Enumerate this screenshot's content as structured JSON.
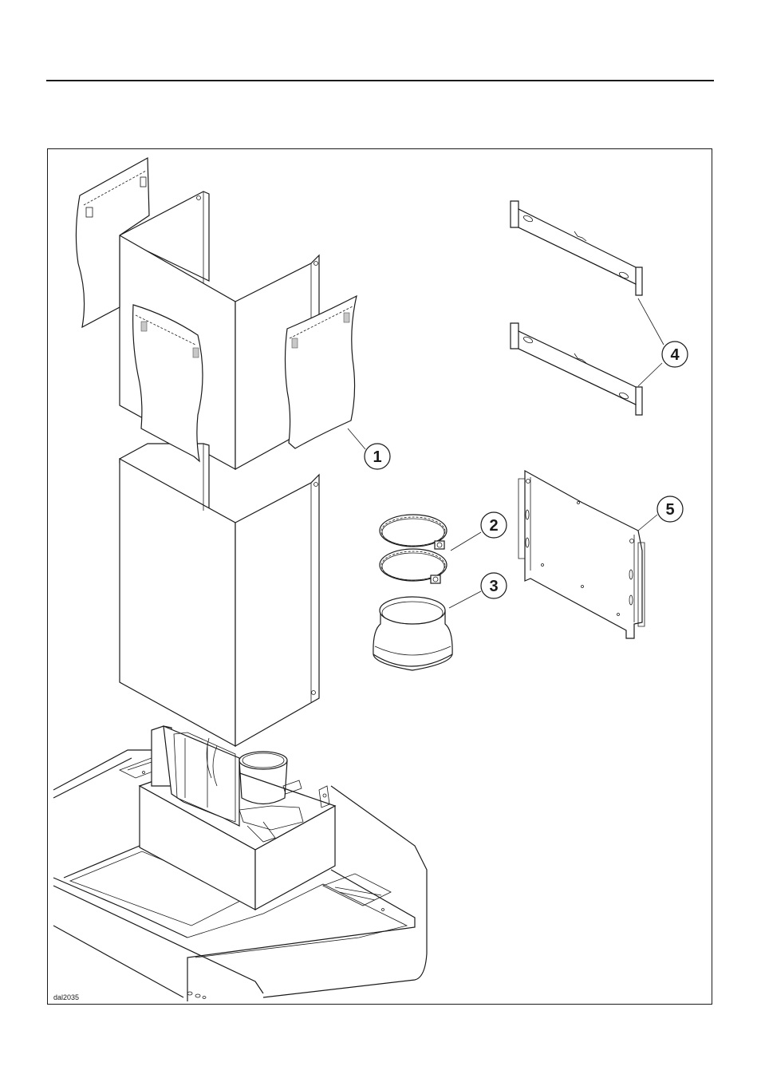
{
  "figure": {
    "reference_code": "dal2035",
    "callouts": [
      {
        "id": "callout-1",
        "label": "1",
        "part": "adhesive-foil-sheets"
      },
      {
        "id": "callout-2",
        "label": "2",
        "part": "hose-clamps"
      },
      {
        "id": "callout-3",
        "label": "3",
        "part": "duct-adapter"
      },
      {
        "id": "callout-4",
        "label": "4",
        "part": "mounting-brackets"
      },
      {
        "id": "callout-5",
        "label": "5",
        "part": "mounting-plate"
      }
    ]
  },
  "colors": {
    "line": "#1a1a1a",
    "background": "#ffffff",
    "pad": "#c8c8c8"
  }
}
